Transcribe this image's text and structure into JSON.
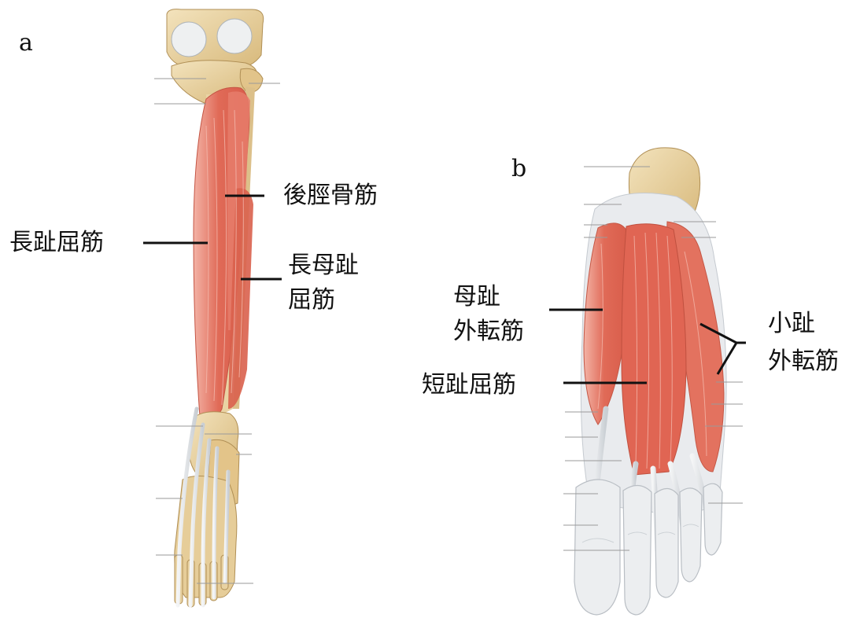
{
  "panels": [
    {
      "letter": "a",
      "labels": {
        "tibialis_posterior": "後脛骨筋",
        "flexor_digitorum_longus": "長趾屈筋",
        "flexor_hallucis_longus_line1": "長母趾",
        "flexor_hallucis_longus_line2": "屈筋"
      }
    },
    {
      "letter": "b",
      "labels": {
        "abductor_hallucis_line1": "母趾",
        "abductor_hallucis_line2": "外転筋",
        "flexor_digitorum_brevis": "短趾屈筋",
        "abductor_digiti_minimi_line1": "小趾",
        "abductor_digiti_minimi_line2": "外転筋"
      }
    }
  ],
  "colors": {
    "muscle": "#e0705f",
    "muscle_light": "#f0a193",
    "bone": "#e8d5a8",
    "bone_shadow": "#c9a86a",
    "tendon": "#dfe3e6",
    "leader_line": "#111111",
    "guide_line": "#9a9a9a"
  }
}
